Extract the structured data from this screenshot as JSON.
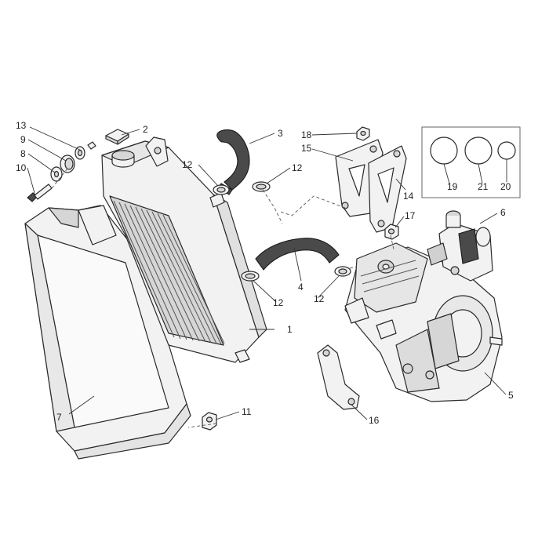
{
  "diagram": {
    "callouts": {
      "c1": "1",
      "c2": "2",
      "c3": "3",
      "c4": "4",
      "c5": "5",
      "c6": "6",
      "c7": "7",
      "c8": "8",
      "c9": "9",
      "c10": "10",
      "c11": "11",
      "c12a": "12",
      "c12b": "12",
      "c12c": "12",
      "c12d": "12",
      "c13": "13",
      "c14": "14",
      "c15": "15",
      "c16": "16",
      "c17": "17",
      "c18": "18",
      "c19": "19",
      "c20": "20",
      "c21": "21"
    }
  }
}
